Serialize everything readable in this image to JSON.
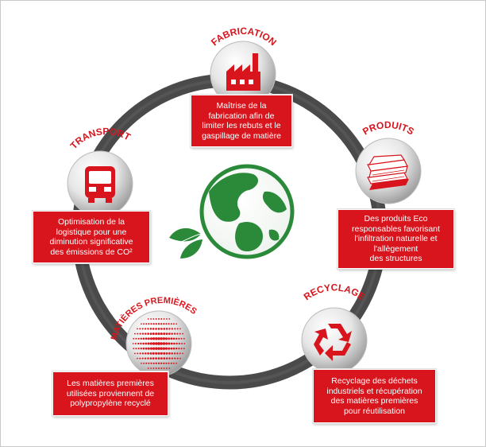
{
  "colors": {
    "accent_red": "#d8141c",
    "ring_gray": "#4a4a4a",
    "globe_green": "#2a8a3a"
  },
  "stages": [
    {
      "id": "fabrication",
      "title": "FABRICATION",
      "icon": "factory-icon",
      "text_lines": [
        "Maîtrise de la",
        "fabrication afin de",
        "limiter les rebuts et le",
        "gaspillage de matière"
      ]
    },
    {
      "id": "produits",
      "title": "PRODUITS",
      "icon": "paper-stack-icon",
      "text_lines": [
        "Des produits Eco",
        "responsables favorisant",
        "l'infiltration naturelle et",
        "l'allègement",
        "des structures"
      ]
    },
    {
      "id": "recyclage",
      "title": "RECYCLAGE",
      "icon": "recycle-icon",
      "text_lines": [
        "Recyclage des déchets",
        "industriels et récupération",
        "des matières premières",
        "pour réutilisation"
      ]
    },
    {
      "id": "matieres",
      "title": "MATIÈRES PREMIÈRES",
      "icon": "dotted-sphere-icon",
      "text_lines": [
        "Les matières premières",
        "utilisées proviennent  de",
        "polypropylène recyclé"
      ]
    },
    {
      "id": "transport",
      "title": "TRANSPORT",
      "icon": "truck-icon",
      "text_lines": [
        "Optimisation de la",
        "logistique pour une",
        "diminution significative",
        "des émissions de CO²"
      ]
    }
  ],
  "center": {
    "globe_icon": "globe-icon",
    "leaf_icon": "leaf-icon"
  }
}
